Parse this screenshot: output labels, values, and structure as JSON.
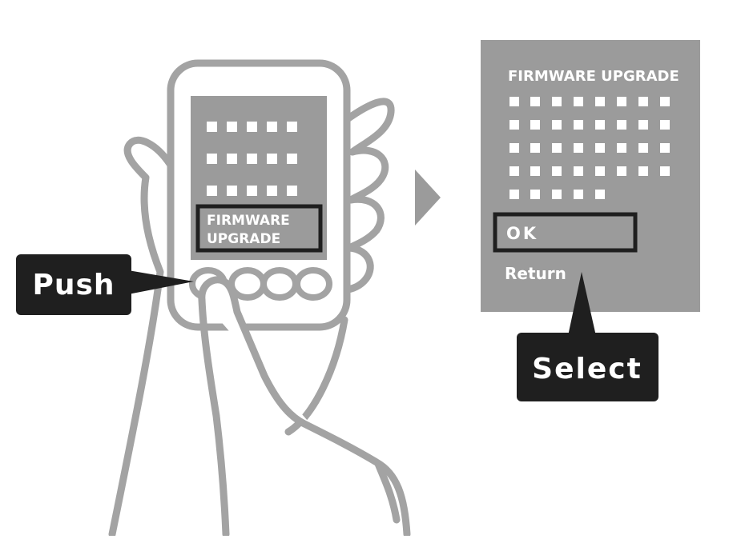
{
  "device_screen": {
    "menu_line1": "FIRMWARE",
    "menu_line2": "UPGRADE"
  },
  "callouts": {
    "push": "Push",
    "select": "Select"
  },
  "zoomed_screen": {
    "title": "FIRMWARE UPGRADE",
    "ok_label": "OK",
    "return_label": "Return"
  },
  "colors": {
    "screen_gray": "#9b9b9b",
    "outline_gray": "#a3a3a3",
    "label_dark": "#1f1f1f",
    "text_light": "#ffffff"
  }
}
